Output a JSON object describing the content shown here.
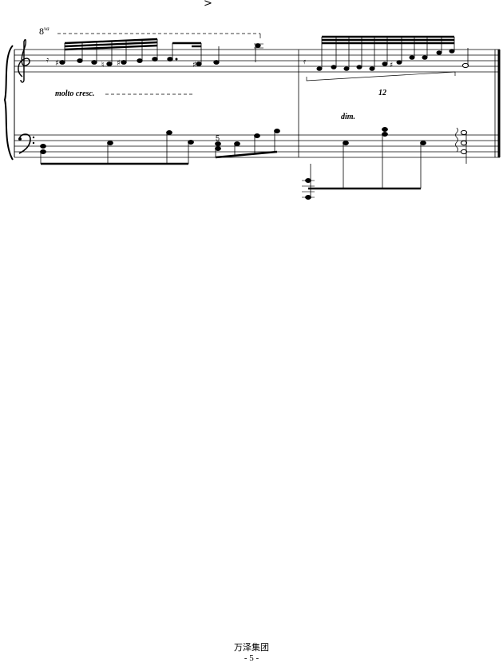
{
  "score": {
    "accent_mark": ">",
    "ottava_label": "8",
    "ottava_suffix": "va",
    "dynamic_cresc": "molto cresc.",
    "dynamic_dim": "dim.",
    "tuplet_number": "12",
    "fingering": "5"
  },
  "footer": {
    "publisher": "万泽集团",
    "page_number": "- 5 -"
  }
}
